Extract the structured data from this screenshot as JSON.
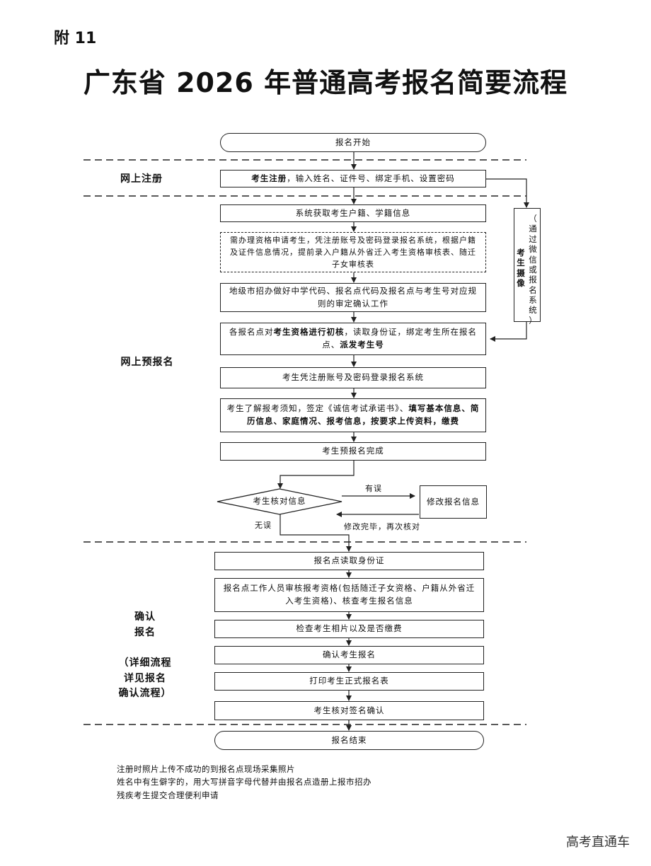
{
  "attachment": "附 11",
  "title": "广东省 2026 年普通高考报名简要流程",
  "sections": {
    "online_register": "网上注册",
    "online_prereg": "网上预报名",
    "confirm_lines": [
      "确认",
      "报名",
      "",
      "（详细流程",
      "详见报名",
      "确认流程）"
    ]
  },
  "flow": {
    "start": "报名开始",
    "register_bold": "考生注册",
    "register_rest": "，输入姓名、证件号、绑定手机、设置密码",
    "fetch_info": "系统获取考生户籍、学籍信息",
    "qualification_apply": "需办理资格申请考生，凭注册账号及密码登录报名系统，根据户籍及证件信息情况，提前录入户籍从外省迁入考生资格审核表、随迁子女审核表",
    "city_office": "地级市招办做好中学代码、报名点代码及报名点与考生号对应规则的审定确认工作",
    "initial_check_1": "各报名点对",
    "initial_check_bold1": "考生资格进行初核",
    "initial_check_2": "，读取身份证，绑定考生所在报名点、",
    "initial_check_bold2": "派发考生号",
    "login_system": "考生凭注册账号及密码登录报名系统",
    "fill_info_1": "考生了解报考须知，签定《诚信考试承诺书》、",
    "fill_info_bold": "填写基本信息、简历信息、家庭情况、报考信息，按要求上传资料，缴费",
    "prereg_done": "考生预报名完成",
    "verify": "考生核对信息",
    "has_error": "有误",
    "modify": "修改报名信息",
    "modify_done": "修改完毕，再次核对",
    "no_error": "无误",
    "read_id": "报名点读取身份证",
    "staff_review": "报名点工作人员审核报考资格(包括随迁子女资格、户籍从外省迁入考生资格)、核查考生报名信息",
    "check_photo": "检查考生相片以及是否缴费",
    "confirm_reg": "确认考生报名",
    "print_form": "打印考生正式报名表",
    "sign_confirm": "考生核对签名确认",
    "end": "报名结束",
    "photo_bold": "考生摄像",
    "photo_side": [
      "（",
      "通",
      "过",
      "微",
      "信",
      "或",
      "报",
      "名",
      "系",
      "统",
      "）"
    ]
  },
  "notes": [
    "注册时照片上传不成功的到报名点现场采集照片",
    "姓名中有生僻字的，用大写拼音字母代替并由报名点造册上报市招办",
    "残疾考生提交合理便利申请"
  ],
  "watermark": "高考直通车"
}
